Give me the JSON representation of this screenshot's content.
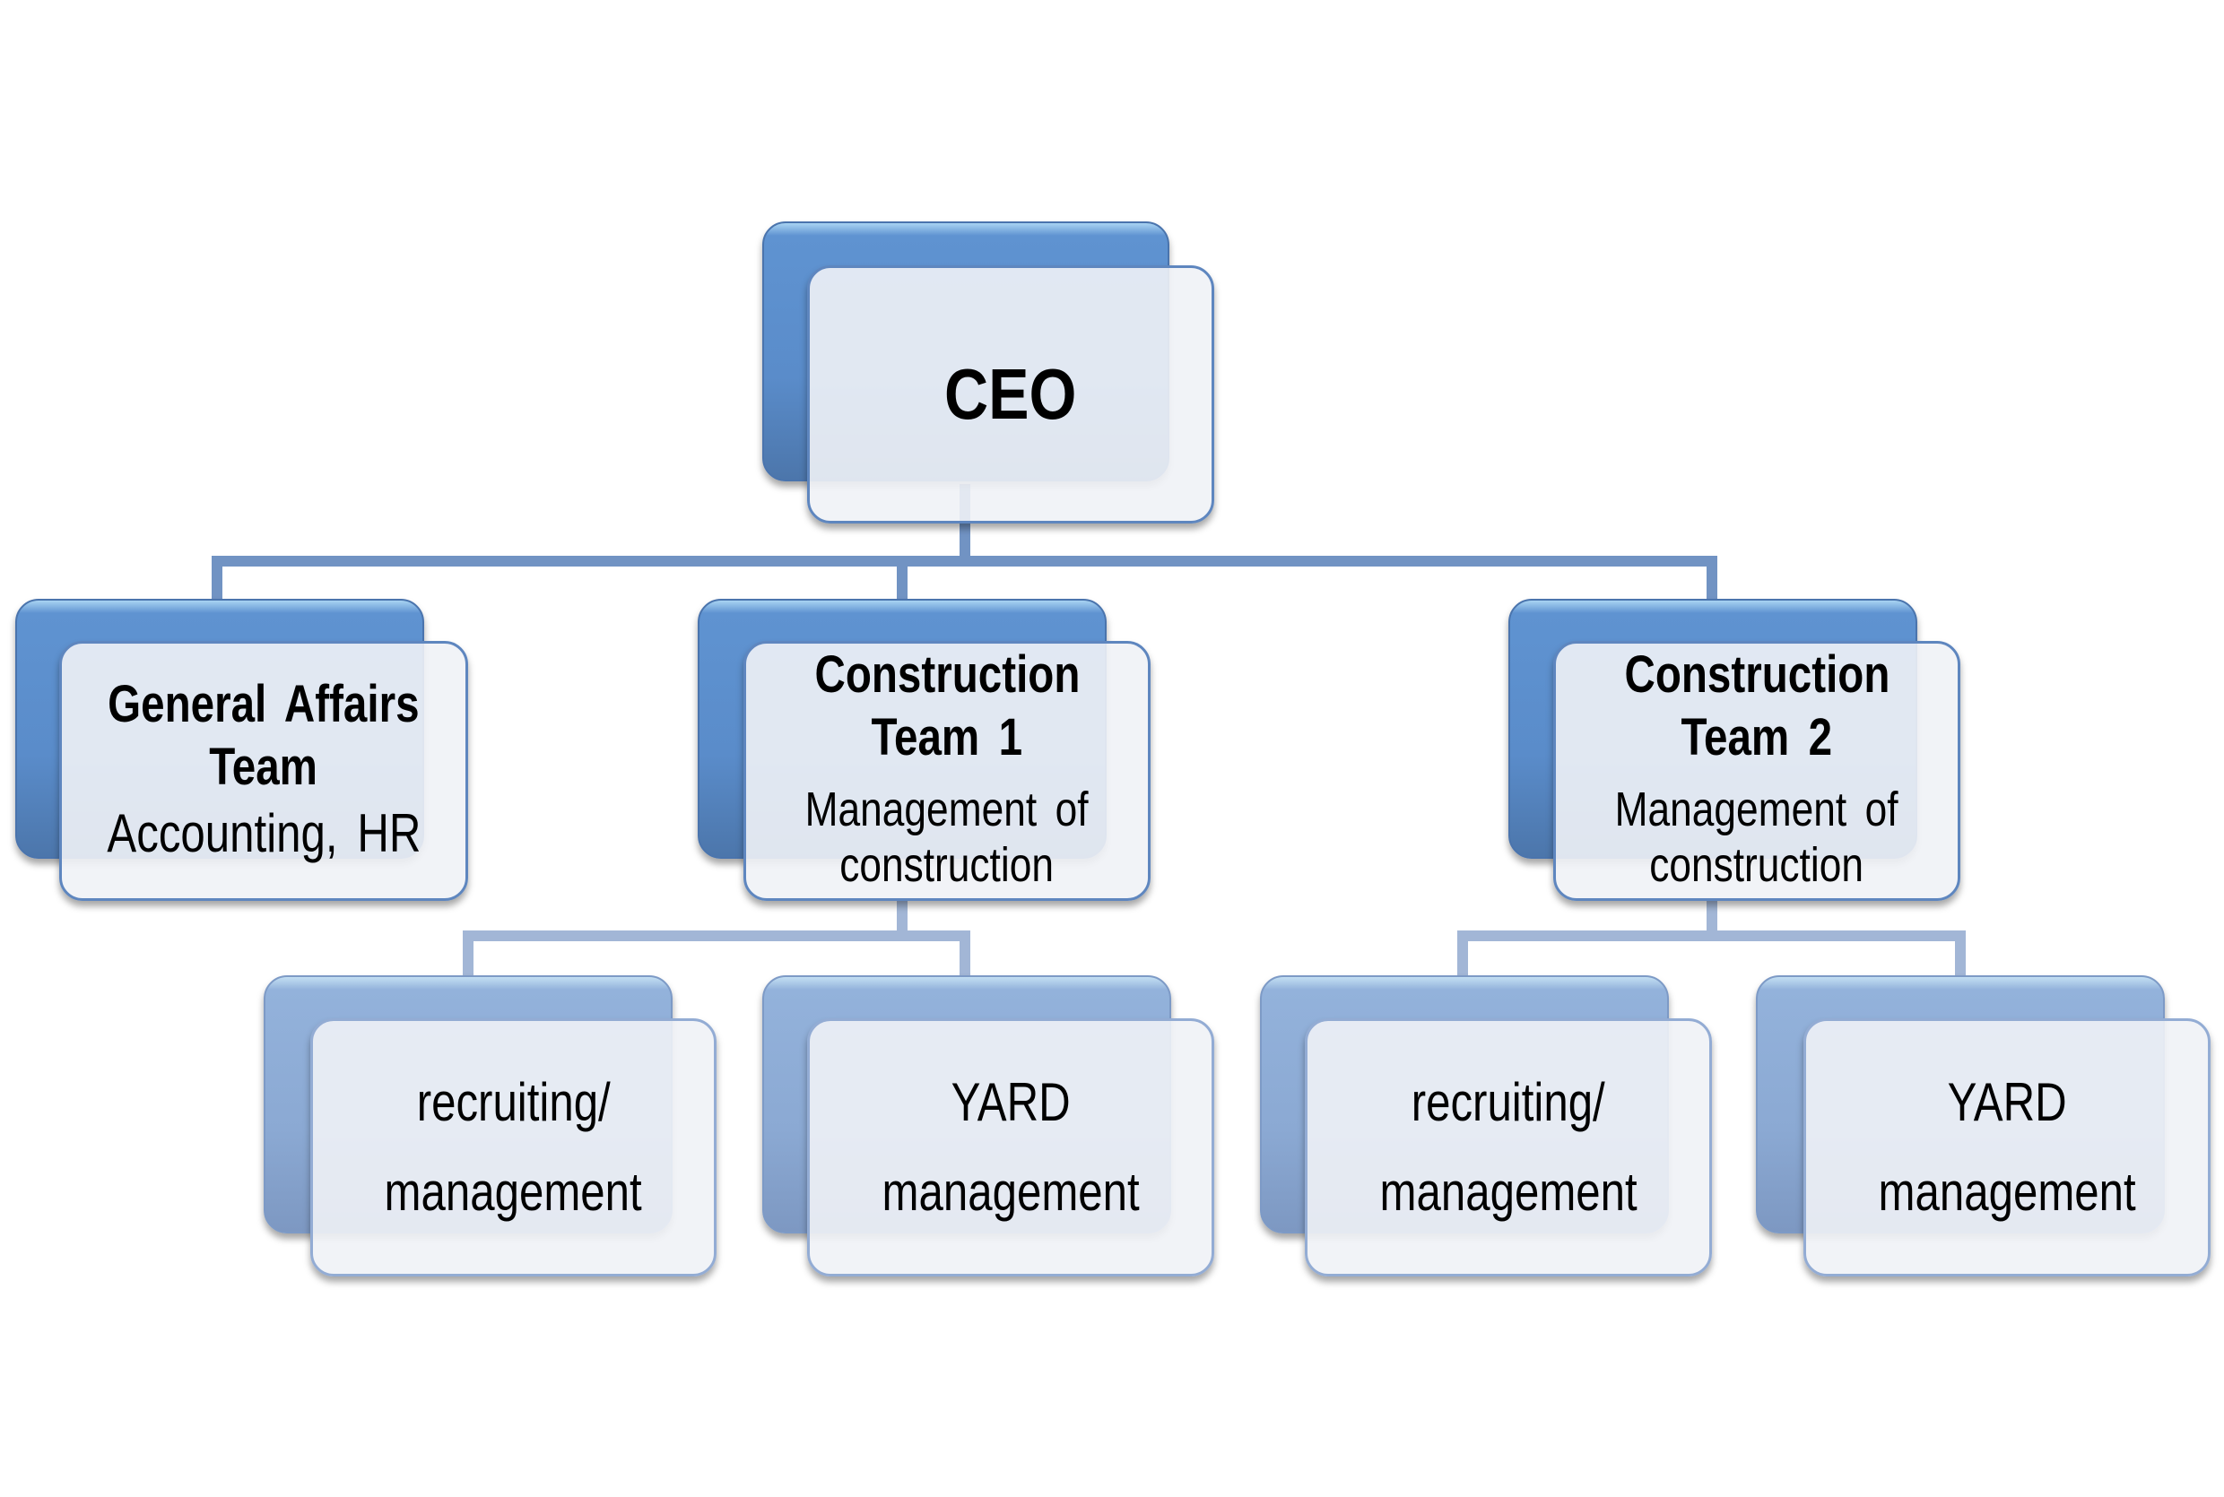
{
  "diagram": {
    "type": "org-chart",
    "colors": {
      "level1_back": "#5a8cca",
      "level3_back": "#8ba9d3",
      "front_card": "#eef0f4",
      "connector_upper": "#7193c3",
      "connector_lower": "#a2b6d6"
    },
    "ceo": {
      "title": "CEO"
    },
    "teams": [
      {
        "title_line1": "General Affairs",
        "title_line2": "Team",
        "subtitle": "Accounting, HR"
      },
      {
        "title_line1": "Construction",
        "title_line2": "Team 1",
        "subtitle_line1": "Management of",
        "subtitle_line2": "construction"
      },
      {
        "title_line1": "Construction",
        "title_line2": "Team 2",
        "subtitle_line1": "Management of",
        "subtitle_line2": "construction"
      }
    ],
    "sub_units": [
      {
        "parent": "Construction Team 1",
        "line1": "recruiting/",
        "line2": "management"
      },
      {
        "parent": "Construction Team 1",
        "line1": "YARD",
        "line2": "management"
      },
      {
        "parent": "Construction Team 2",
        "line1": "recruiting/",
        "line2": "management"
      },
      {
        "parent": "Construction Team 2",
        "line1": "YARD",
        "line2": "management"
      }
    ]
  }
}
